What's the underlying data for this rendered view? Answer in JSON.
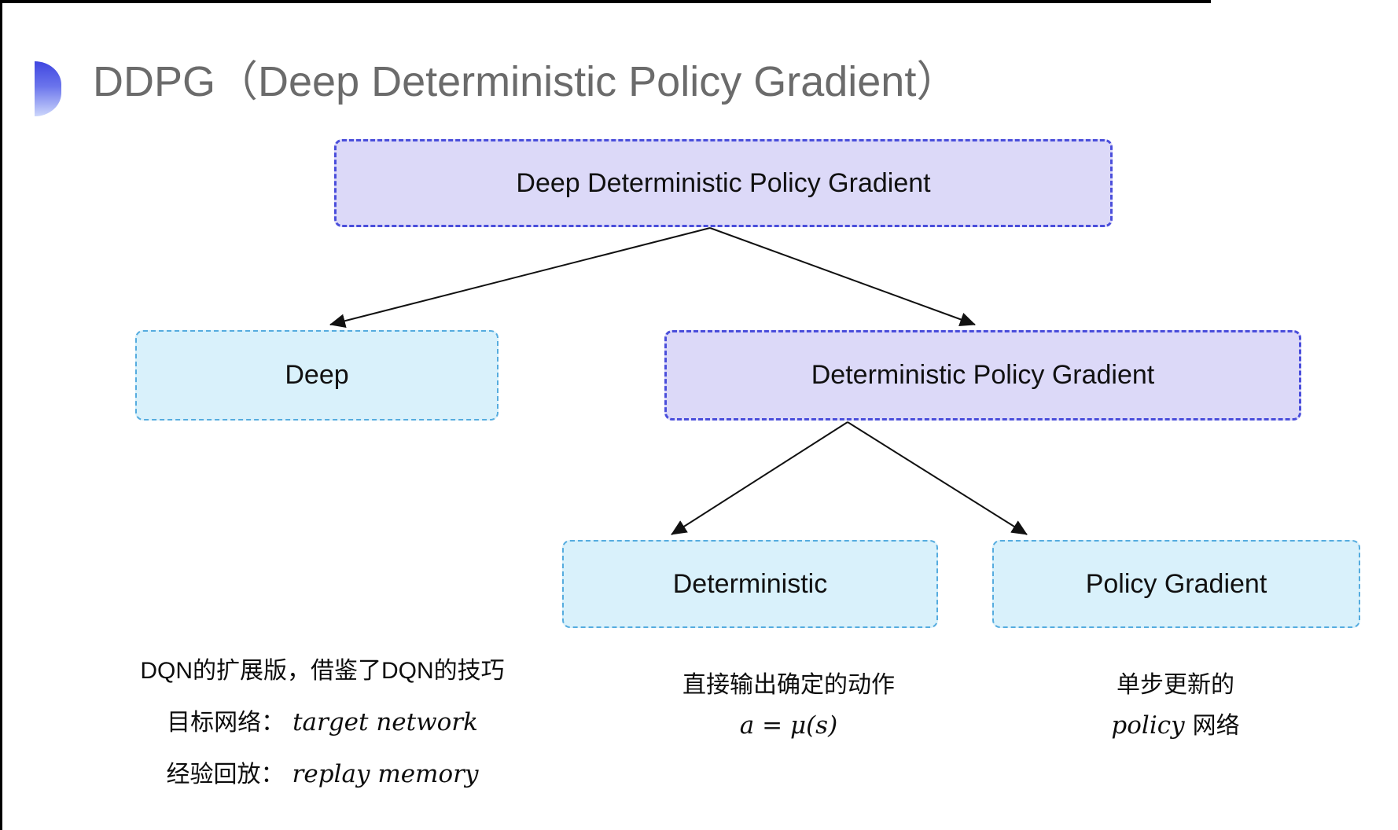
{
  "slide": {
    "title": "DDPG（Deep Deterministic Policy Gradient）"
  },
  "diagram": {
    "nodes": [
      {
        "id": "root",
        "label": "Deep Deterministic Policy Gradient",
        "variant": "purple"
      },
      {
        "id": "deep",
        "label": "Deep",
        "variant": "cyan"
      },
      {
        "id": "dpg",
        "label": "Deterministic Policy Gradient",
        "variant": "purple"
      },
      {
        "id": "deterministic",
        "label": "Deterministic",
        "variant": "cyan"
      },
      {
        "id": "policy-gradient",
        "label": "Policy Gradient",
        "variant": "cyan"
      }
    ],
    "edges": [
      {
        "from": "root",
        "to": "deep"
      },
      {
        "from": "root",
        "to": "dpg"
      },
      {
        "from": "dpg",
        "to": "deterministic"
      },
      {
        "from": "dpg",
        "to": "policy-gradient"
      }
    ]
  },
  "notes": {
    "deep": {
      "line1": "DQN的扩展版，借鉴了DQN的技巧",
      "line2_zh": "目标网络：",
      "line2_en": "target network",
      "line3_zh": "经验回放：",
      "line3_en": "replay memory"
    },
    "deterministic": {
      "line1": "直接输出确定的动作",
      "formula": "a = μ(s)"
    },
    "policy_gradient": {
      "line1": "单步更新的",
      "line2_en": "policy",
      "line2_zh": "网络"
    }
  },
  "colors": {
    "purple_fill": "#dcd9f8",
    "purple_border": "#4a4edb",
    "cyan_fill": "#d9f1fb",
    "cyan_border": "#55acdf",
    "title_text": "#6b6b6b",
    "body_text": "#0d0d0d",
    "bullet_blue": "#4147e3",
    "arrow": "#111111"
  }
}
